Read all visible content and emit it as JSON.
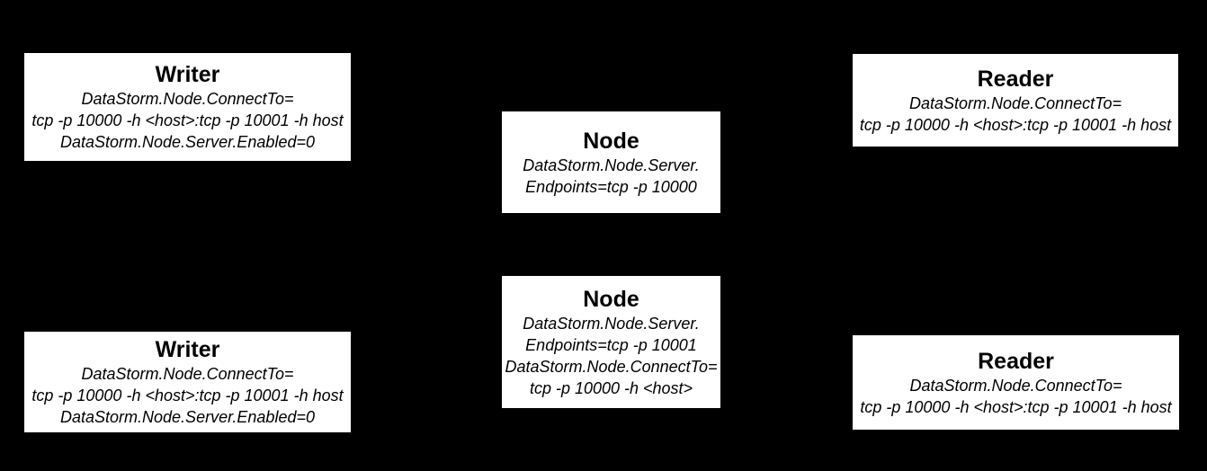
{
  "diagram": {
    "background_color": "#000000",
    "box_background_color": "#ffffff",
    "text_color": "#000000"
  },
  "boxes": [
    {
      "id": "writer-top",
      "title": "Writer",
      "lines": [
        "DataStorm.Node.ConnectTo=",
        "tcp -p 10000 -h <host>:tcp -p 10001 -h host",
        "DataStorm.Node.Server.Enabled=0"
      ]
    },
    {
      "id": "node-top",
      "title": "Node",
      "lines": [
        "DataStorm.Node.Server.",
        "Endpoints=tcp -p 10000"
      ]
    },
    {
      "id": "reader-top",
      "title": "Reader",
      "lines": [
        "DataStorm.Node.ConnectTo=",
        "tcp -p 10000 -h <host>:tcp -p 10001 -h host"
      ]
    },
    {
      "id": "writer-bottom",
      "title": "Writer",
      "lines": [
        "DataStorm.Node.ConnectTo=",
        "tcp -p 10000 -h <host>:tcp -p 10001 -h host",
        "DataStorm.Node.Server.Enabled=0"
      ]
    },
    {
      "id": "node-bottom",
      "title": "Node",
      "lines": [
        "DataStorm.Node.Server.",
        "Endpoints=tcp -p 10001",
        "DataStorm.Node.ConnectTo=",
        "tcp -p 10000 -h <host>"
      ]
    },
    {
      "id": "reader-bottom",
      "title": "Reader",
      "lines": [
        "DataStorm.Node.ConnectTo=",
        "tcp -p 10000 -h <host>:tcp -p 10001 -h host"
      ]
    }
  ]
}
